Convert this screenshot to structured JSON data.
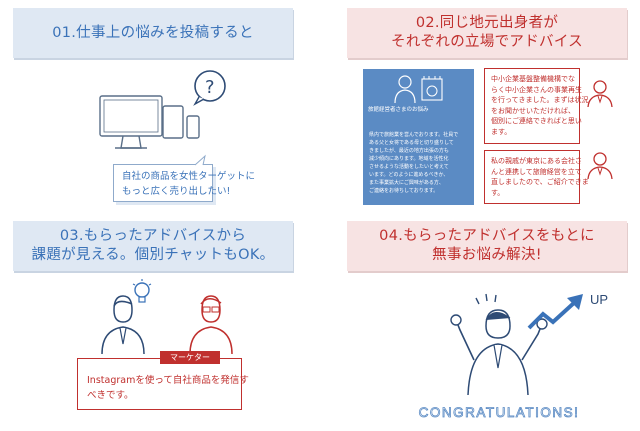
{
  "step1": {
    "title": "01.仕事上の悩みを投稿すると",
    "bubble_lines": [
      "自社の商品を女性ターゲットに",
      "もっと広く売り出したい!"
    ],
    "icon": "devices-question-icon"
  },
  "step2": {
    "title_lines": [
      "02.同じ地元出身者が",
      "それぞれの立場でアドバイス"
    ],
    "doc_title": "旅館経営者さまのお悩み",
    "doc_lines": [
      "県内で旅館業を営んでおります。社員で",
      "ある父と女将である母と切り盛りして",
      "きましたが、最近の地方出張の方も",
      "減少傾向にあります。地域を活性化",
      "させるような活動をしたいと考えて",
      "います。どのように進めるべきか、",
      "また事業拡大にご興味がある方、",
      "ご連絡をお待ちしております。"
    ],
    "advice1_lines": [
      "中小企業基盤整備機構でな",
      "らく中小企業さんの事業再生",
      "を行ってきました。まずは状況",
      "をお聞かせいただければ、",
      "個別にご連絡できればと思い",
      "ます。"
    ],
    "advice2_lines": [
      "私の親戚が東京にある会社さ",
      "んと連携して旅館経営を立て",
      "直しましたので、ご紹介できま",
      "す。"
    ]
  },
  "step3": {
    "title_lines": [
      "03.もらったアドバイスから",
      "課題が見える。個別チャットもOK。"
    ],
    "tag": "マーケター",
    "bubble_lines": [
      "Instagramを使って自社商品を発信す",
      "べきです。"
    ]
  },
  "step4": {
    "title_lines": [
      "04.もらったアドバイスをもとに",
      "無事お悩み解決!"
    ],
    "up_label": "UP",
    "congrats": "CONGRATULATIONS!"
  },
  "colors": {
    "blue": "#3a72b8",
    "red": "#c0302e",
    "blue_bg": "#dfe8f3",
    "red_bg": "#f7e3e3"
  }
}
